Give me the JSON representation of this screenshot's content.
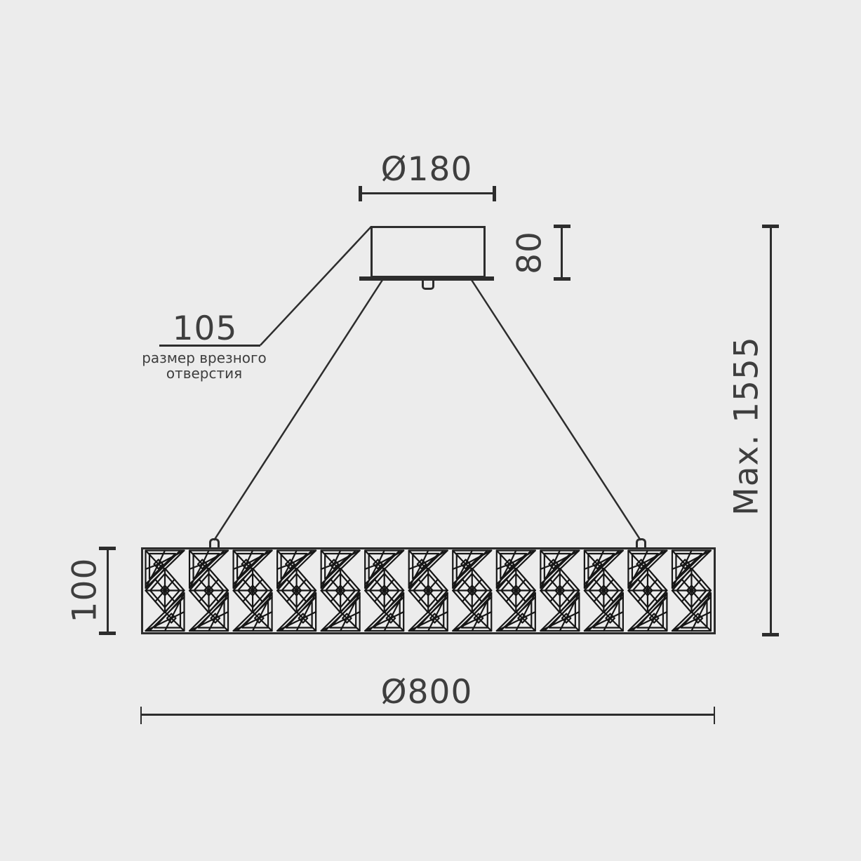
{
  "drawing": {
    "title_semantic": "pendant-light-dimension-drawing",
    "canopy_diameter_label": "Ø180",
    "canopy_height_label": "80",
    "cutout": {
      "value_label": "105",
      "caption_line1": "размер врезного",
      "caption_line2": "отверстия"
    },
    "band_height_label": "100",
    "max_height_label": "Max. 1555",
    "fixture_diameter_label": "Ø800",
    "crystal_tile_count": 13
  },
  "colors": {
    "background": "#ececec",
    "line": "#2d2d2d",
    "text": "#3e3e3e",
    "crystal": "#161616"
  }
}
